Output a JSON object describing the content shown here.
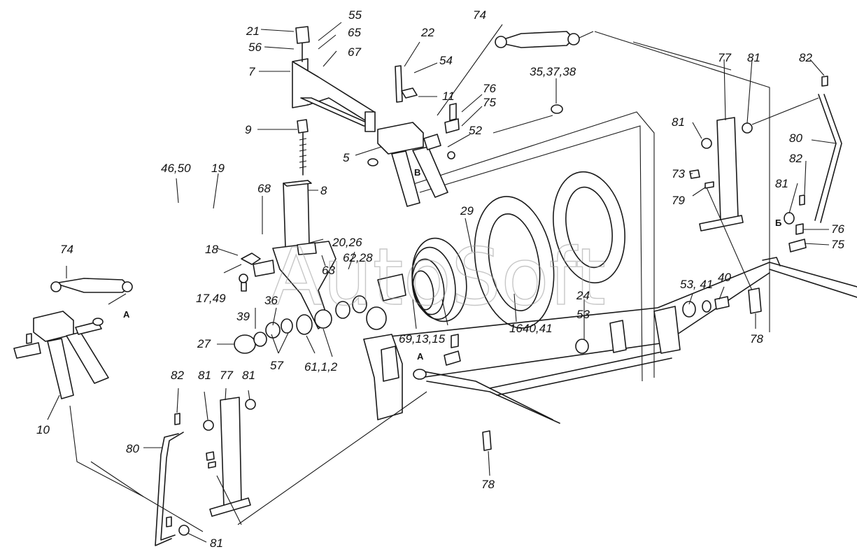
{
  "watermark": "AutoSoft",
  "labels": {
    "l55": "55",
    "l21": "21",
    "l65": "65",
    "l56": "56",
    "l67": "67",
    "l7": "7",
    "l22": "22",
    "l54": "54",
    "l11": "11",
    "l9": "9",
    "l5": "5",
    "l74_top": "74",
    "l76_top": "76",
    "l75_top": "75",
    "l52": "52",
    "lB_top": "B",
    "l35": "35,37,38",
    "l77_right": "77",
    "l81_right_a": "81",
    "l81_right_b": "81",
    "l82_right_a": "82",
    "l80_right": "80",
    "l82_right_b": "82",
    "l73": "73",
    "l79": "79",
    "l81_right_c": "81",
    "lB_right": "Б",
    "l76_right": "76",
    "l75_right": "75",
    "l4650": "46,50",
    "l19": "19",
    "l68": "68",
    "l8": "8",
    "l2026": "20,26",
    "l18": "18",
    "l6228": "62,28",
    "l63": "63",
    "l1749": "17,49",
    "l29": "29",
    "l39": "39",
    "l36": "36",
    "l24": "24",
    "l5341": "53, 41",
    "l40": "40",
    "l27": "27",
    "l57": "57",
    "l6112": "61,1,2",
    "l691315": "69,13,15",
    "l16": "16",
    "l4041": "40,41",
    "l53": "53",
    "l78_right": "78",
    "l74_left": "74",
    "lA_left": "A",
    "l10": "10",
    "lA_mid": "A",
    "l82_left": "82",
    "l81_left_a": "81",
    "l77_left": "77",
    "l81_left_b": "81",
    "l80_left": "80",
    "l81_left_c": "81",
    "l78_bottom": "78"
  }
}
